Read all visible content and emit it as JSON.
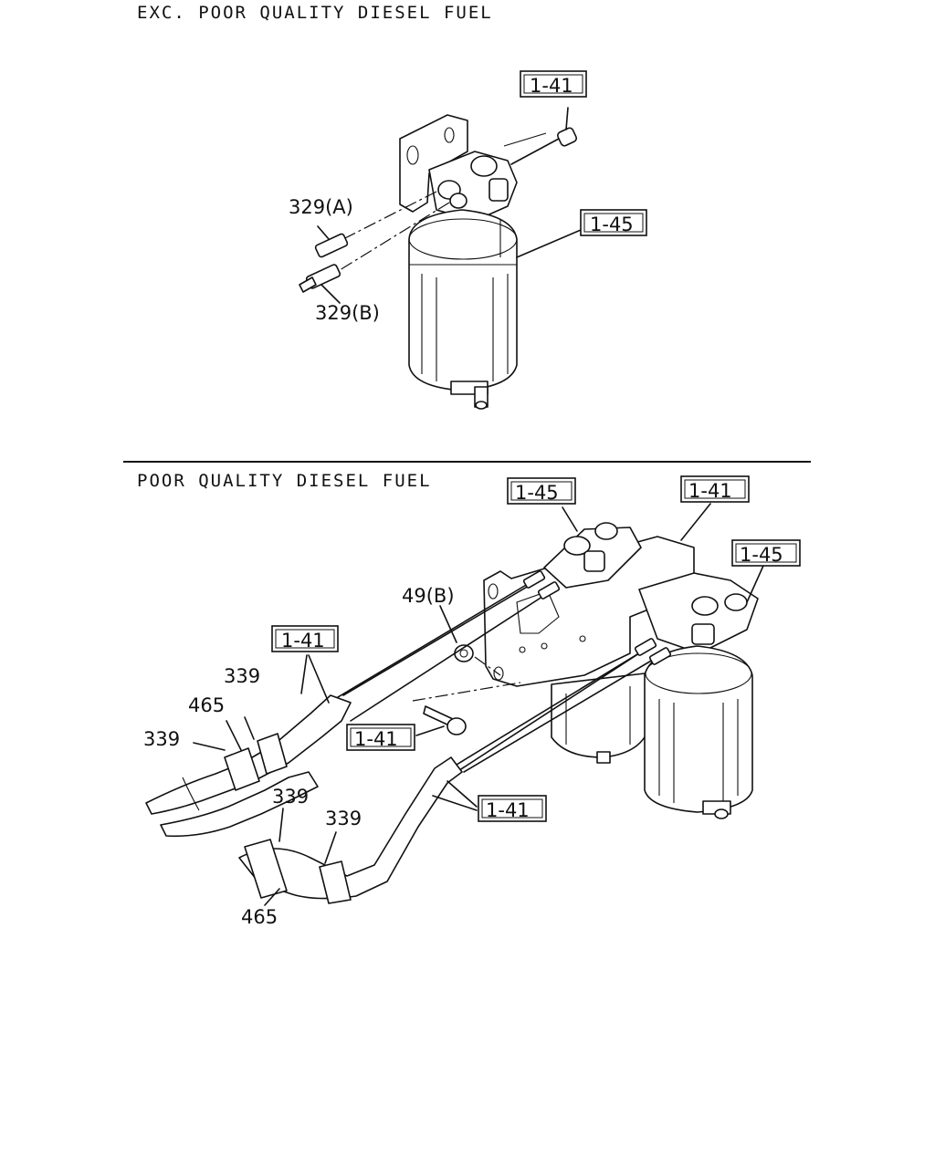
{
  "sections": {
    "top_title": "EXC. POOR QUALITY DIESEL FUEL",
    "bottom_title": "POOR QUALITY DIESEL FUEL"
  },
  "callouts": {
    "top_1_41": "1-41",
    "top_1_45": "1-45",
    "top_329a": "329(A)",
    "top_329b": "329(B)",
    "bot_1_45_left": "1-45",
    "bot_1_41_top": "1-41",
    "bot_1_45_right": "1-45",
    "bot_49b": "49(B)",
    "bot_1_41_left": "1-41",
    "bot_339_a": "339",
    "bot_465_a": "465",
    "bot_339_b": "339",
    "bot_1_41_bolt": "1-41",
    "bot_339_c": "339",
    "bot_339_d": "339",
    "bot_1_41_lower": "1-41",
    "bot_465_b": "465"
  }
}
